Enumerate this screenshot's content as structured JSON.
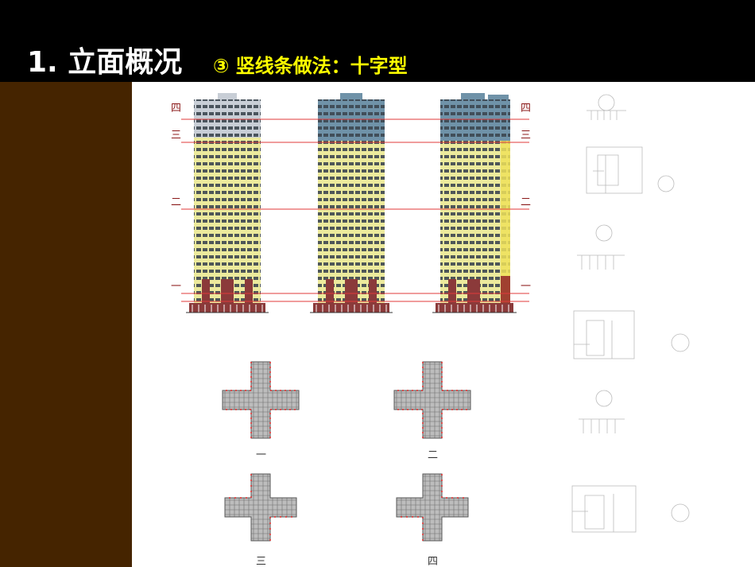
{
  "slide": {
    "title": "1. 立面概况",
    "subtitle": "③ 竖线条做法：十字型",
    "colors": {
      "header_bg": "#000000",
      "title_text": "#ffffff",
      "subtitle_text": "#ffff00",
      "sidebar_bg": "#452400",
      "content_bg": "#ffffff"
    }
  },
  "elevation_levels": [
    "四",
    "三",
    "二",
    "一"
  ],
  "plan_captions": [
    "一",
    "二",
    "三",
    "四"
  ]
}
